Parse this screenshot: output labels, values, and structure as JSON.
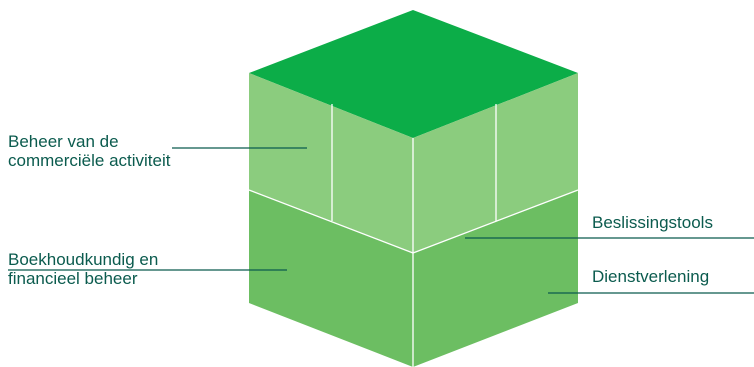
{
  "colors": {
    "top_face": "#0cad48",
    "upper_block": "#8bcc7e",
    "lower_block": "#6cbe62",
    "divider": "#ffffff",
    "label_text": "#0b5b4e",
    "leader_line": "#0b5b4e"
  },
  "labels": {
    "commercial": {
      "line1": "Beheer van de",
      "line2": "commerciële activiteit"
    },
    "accounting": {
      "line1": "Boekhoudkundig en",
      "line2": "financieel beheer"
    },
    "decision_tools": {
      "text": "Beslissingstools"
    },
    "services": {
      "text": "Dienstverlening"
    }
  }
}
